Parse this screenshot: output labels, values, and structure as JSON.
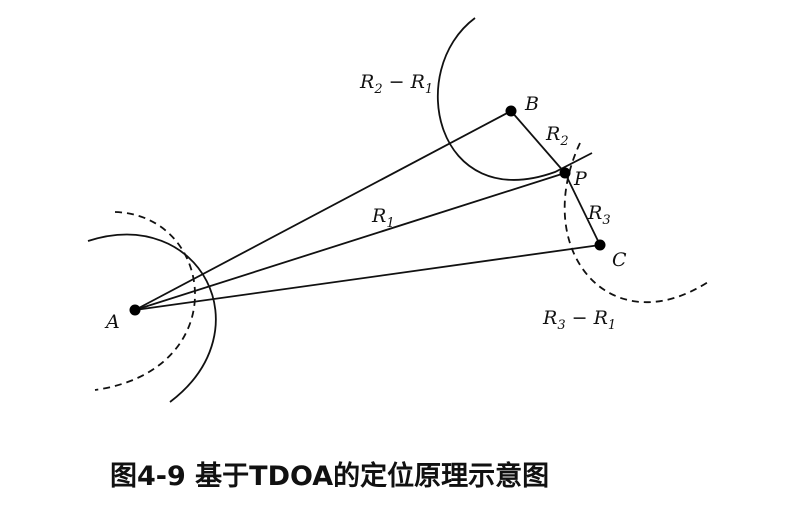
{
  "points": {
    "A": {
      "label": "A"
    },
    "B": {
      "label": "B"
    },
    "C": {
      "label": "C"
    },
    "P": {
      "label": "P"
    }
  },
  "labels": {
    "r1": {
      "main": "R",
      "sub": "1"
    },
    "r2": {
      "main": "R",
      "sub": "2"
    },
    "r3": {
      "main": "R",
      "sub": "3"
    },
    "r2_minus_r1": {
      "a": "R",
      "a_sub": "2",
      "op": " − ",
      "b": "R",
      "b_sub": "1"
    },
    "r3_minus_r1": {
      "a": "R",
      "a_sub": "3",
      "op": " − ",
      "b": "R",
      "b_sub": "1"
    }
  },
  "caption": "图4-9 基于TDOA的定位原理示意图"
}
